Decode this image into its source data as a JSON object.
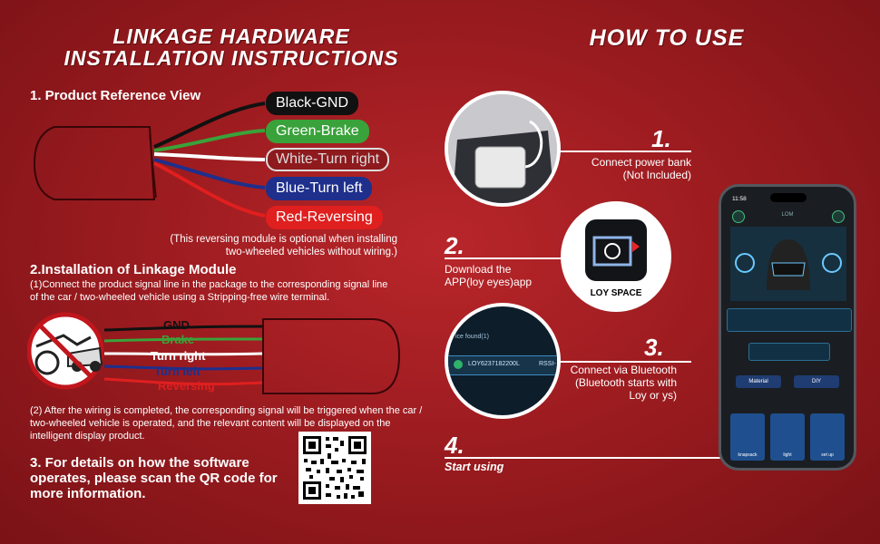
{
  "left": {
    "title": "LINKAGE HARDWARE INSTALLATION INSTRUCTIONS",
    "section1": {
      "heading": "1. Product Reference View",
      "wires": [
        {
          "label": "Black-GND",
          "color": "#111111"
        },
        {
          "label": "Green-Brake",
          "color": "#3aa23a"
        },
        {
          "label": "White-Turn right",
          "color": "#ffffff"
        },
        {
          "label": "Blue-Turn left",
          "color": "#1e2f8c"
        },
        {
          "label": "Red-Reversing",
          "color": "#e01f1f"
        }
      ],
      "note": "(This reversing module is optional when installing two-wheeled vehicles without wiring.)"
    },
    "section2": {
      "heading": "2.Installation of Linkage Module",
      "desc1": "(1)Connect the product signal line in the package to the corresponding signal line of the car / two-wheeled vehicle using a Stripping-free wire terminal.",
      "wire_labels": [
        "GND",
        "Brake",
        "Turn right",
        "Turn left",
        "Reversing"
      ],
      "desc2": "(2)  After the wiring is completed, the corresponding signal will be triggered when the car / two-wheeled vehicle is operated, and the relevant content will be displayed on the intelligent display product."
    },
    "section3": {
      "heading": "3. For details on how the software operates, please scan the QR code for more information."
    }
  },
  "right": {
    "title": "HOW TO USE",
    "steps": [
      {
        "num": "1.",
        "text": "Connect power bank (Not Included)"
      },
      {
        "num": "2.",
        "text": "Download the APP(loy eyes)app"
      },
      {
        "num": "3.",
        "text": "Connect via Bluetooth (Bluetooth starts with Loy or ys)"
      },
      {
        "num": "4.",
        "text": "Start using"
      }
    ],
    "app_icon_label": "LOY SPACE",
    "bluetooth": {
      "header": "ice found(1)",
      "device": "LOY6237182200L",
      "rssi": "RSSI-"
    },
    "phone": {
      "time": "11:58",
      "app_name": "LOM",
      "buttons": [
        "Material",
        "DIY"
      ],
      "tiles": [
        "knapsack",
        "light",
        "set up"
      ]
    }
  }
}
